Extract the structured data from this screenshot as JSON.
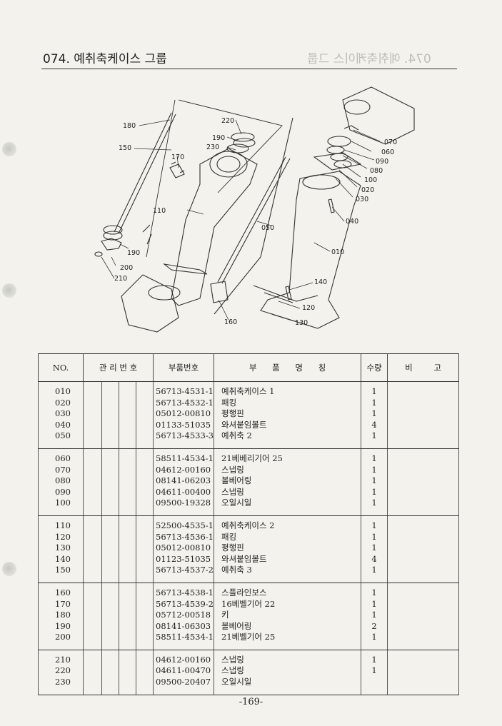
{
  "page": {
    "title": "074. 예취축케이스 그룹",
    "page_number": "-169-"
  },
  "diagram": {
    "callouts": [
      "180",
      "150",
      "170",
      "220",
      "190",
      "230",
      "110",
      "190",
      "200",
      "210",
      "050",
      "160",
      "070",
      "060",
      "090",
      "080",
      "100",
      "020",
      "030",
      "040",
      "010",
      "140",
      "120",
      "130"
    ]
  },
  "table": {
    "headers": {
      "no": "NO.",
      "mgmt": "관 리 번 호",
      "part_no": "부품번호",
      "name": "부 품 명 칭",
      "qty": "수량",
      "remark": "비 고"
    },
    "groups": [
      [
        {
          "no": "010",
          "part_no": "56713-4531-1",
          "name": "예취축케이스 1",
          "qty": "1"
        },
        {
          "no": "020",
          "part_no": "56713-4532-1",
          "name": "패킹",
          "qty": "1"
        },
        {
          "no": "030",
          "part_no": "05012-00810",
          "name": "평행핀",
          "qty": "1"
        },
        {
          "no": "040",
          "part_no": "01133-51035",
          "name": "와셔붙임볼트",
          "qty": "4"
        },
        {
          "no": "050",
          "part_no": "56713-4533-3",
          "name": "예취축 2",
          "qty": "1"
        }
      ],
      [
        {
          "no": "060",
          "part_no": "58511-4534-1",
          "name": "21베베리기어 25",
          "qty": "1"
        },
        {
          "no": "070",
          "part_no": "04612-00160",
          "name": "스냅링",
          "qty": "1"
        },
        {
          "no": "080",
          "part_no": "08141-06203",
          "name": "볼베어링",
          "qty": "1"
        },
        {
          "no": "090",
          "part_no": "04611-00400",
          "name": "스냅링",
          "qty": "1"
        },
        {
          "no": "100",
          "part_no": "09500-19328",
          "name": "오일시일",
          "qty": "1"
        }
      ],
      [
        {
          "no": "110",
          "part_no": "52500-4535-1",
          "name": "예취축케이스 2",
          "qty": "1"
        },
        {
          "no": "120",
          "part_no": "56713-4536-1",
          "name": "패킹",
          "qty": "1"
        },
        {
          "no": "130",
          "part_no": "05012-00810",
          "name": "평행핀",
          "qty": "1"
        },
        {
          "no": "140",
          "part_no": "01123-51035",
          "name": "와셔붙임볼트",
          "qty": "4"
        },
        {
          "no": "150",
          "part_no": "56713-4537-2",
          "name": "예취축 3",
          "qty": "1"
        }
      ],
      [
        {
          "no": "160",
          "part_no": "56713-4538-1",
          "name": "스플라인보스",
          "qty": "1"
        },
        {
          "no": "170",
          "part_no": "56713-4539-2",
          "name": "16베벨기어 22",
          "qty": "1"
        },
        {
          "no": "180",
          "part_no": "05712-00518",
          "name": "키",
          "qty": "1"
        },
        {
          "no": "190",
          "part_no": "08141-06303",
          "name": "볼베어링",
          "qty": "2"
        },
        {
          "no": "200",
          "part_no": "58511-4534-1",
          "name": "21베벨기어 25",
          "qty": "1"
        }
      ],
      [
        {
          "no": "210",
          "part_no": "04612-00160",
          "name": "스냅링",
          "qty": "1"
        },
        {
          "no": "220",
          "part_no": "04611-00470",
          "name": "스냅링",
          "qty": "1"
        },
        {
          "no": "230",
          "part_no": "09500-20407",
          "name": "오일시일",
          "qty": ""
        }
      ]
    ]
  }
}
